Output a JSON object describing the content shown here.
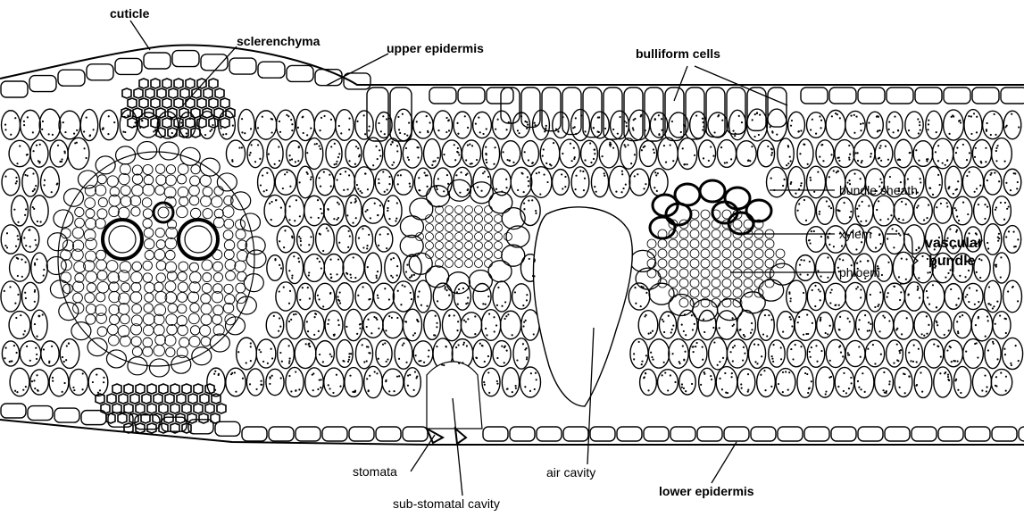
{
  "labels": {
    "cuticle": "cuticle",
    "sclerenchyma": "sclerenchyma",
    "upper_epidermis": "upper epidermis",
    "bulliform_cells": "bulliform cells",
    "bundle_sheath": "bundle sheath",
    "xylem": "xylem",
    "phloem": "phloem",
    "vascular": "vascular",
    "bundle": "bundle",
    "stomata": "stomata",
    "air_cavity": "air cavity",
    "sub_stomatal_cavity": "sub-stomatal cavity",
    "lower_epidermis": "lower epidermis"
  },
  "colors": {
    "ink": "#000000",
    "paper": "#ffffff"
  }
}
